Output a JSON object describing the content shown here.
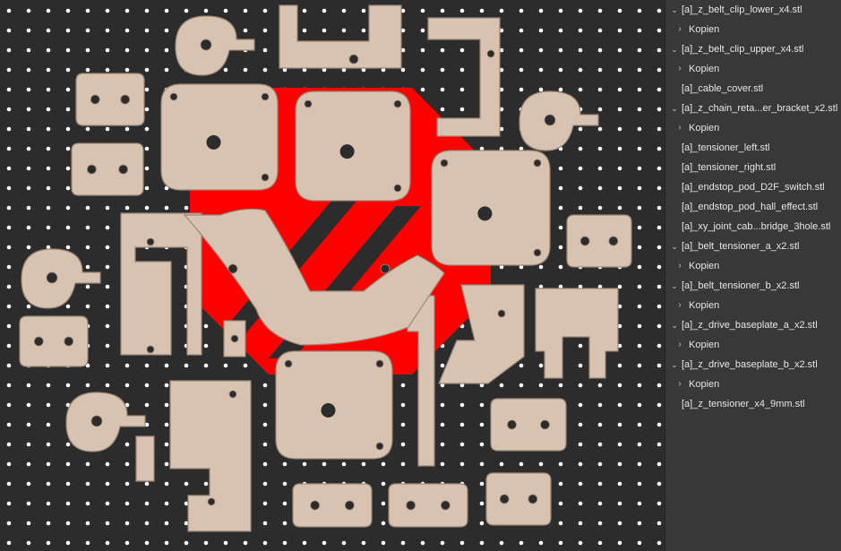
{
  "colors": {
    "bed_background": "#2c2c2c",
    "bed_holes": "#ffffff",
    "logo_red": "#ff0000",
    "part_fill": "#d8c3b1",
    "part_stroke": "#9c8777",
    "panel_background": "#383838"
  },
  "viewport": {
    "description_icon": "print-bed-icon"
  },
  "object_list": {
    "expand_icon": "chevron-down-icon",
    "collapsed_icon": "chevron-right-icon",
    "items": [
      {
        "label": "[a]_z_belt_clip_lower_x4.stl",
        "type": "group",
        "expanded": true
      },
      {
        "label": "Kopien",
        "type": "child"
      },
      {
        "label": "[a]_z_belt_clip_upper_x4.stl",
        "type": "group",
        "expanded": true
      },
      {
        "label": "Kopien",
        "type": "child"
      },
      {
        "label": "[a]_cable_cover.stl",
        "type": "leaf"
      },
      {
        "label": "[a]_z_chain_reta...er_bracket_x2.stl",
        "type": "group",
        "expanded": true
      },
      {
        "label": "Kopien",
        "type": "child"
      },
      {
        "label": "[a]_tensioner_left.stl",
        "type": "leaf"
      },
      {
        "label": "[a]_tensioner_right.stl",
        "type": "leaf"
      },
      {
        "label": "[a]_endstop_pod_D2F_switch.stl",
        "type": "leaf"
      },
      {
        "label": "[a]_endstop_pod_hall_effect.stl",
        "type": "leaf"
      },
      {
        "label": "[a]_xy_joint_cab...bridge_3hole.stl",
        "type": "leaf"
      },
      {
        "label": "[a]_belt_tensioner_a_x2.stl",
        "type": "group",
        "expanded": true
      },
      {
        "label": "Kopien",
        "type": "child"
      },
      {
        "label": "[a]_belt_tensioner_b_x2.stl",
        "type": "group",
        "expanded": true
      },
      {
        "label": "Kopien",
        "type": "child"
      },
      {
        "label": "[a]_z_drive_baseplate_a_x2.stl",
        "type": "group",
        "expanded": true
      },
      {
        "label": "Kopien",
        "type": "child"
      },
      {
        "label": "[a]_z_drive_baseplate_b_x2.stl",
        "type": "group",
        "expanded": true
      },
      {
        "label": "Kopien",
        "type": "child"
      },
      {
        "label": "[a]_z_tensioner_x4_9mm.stl",
        "type": "leaf"
      }
    ]
  }
}
